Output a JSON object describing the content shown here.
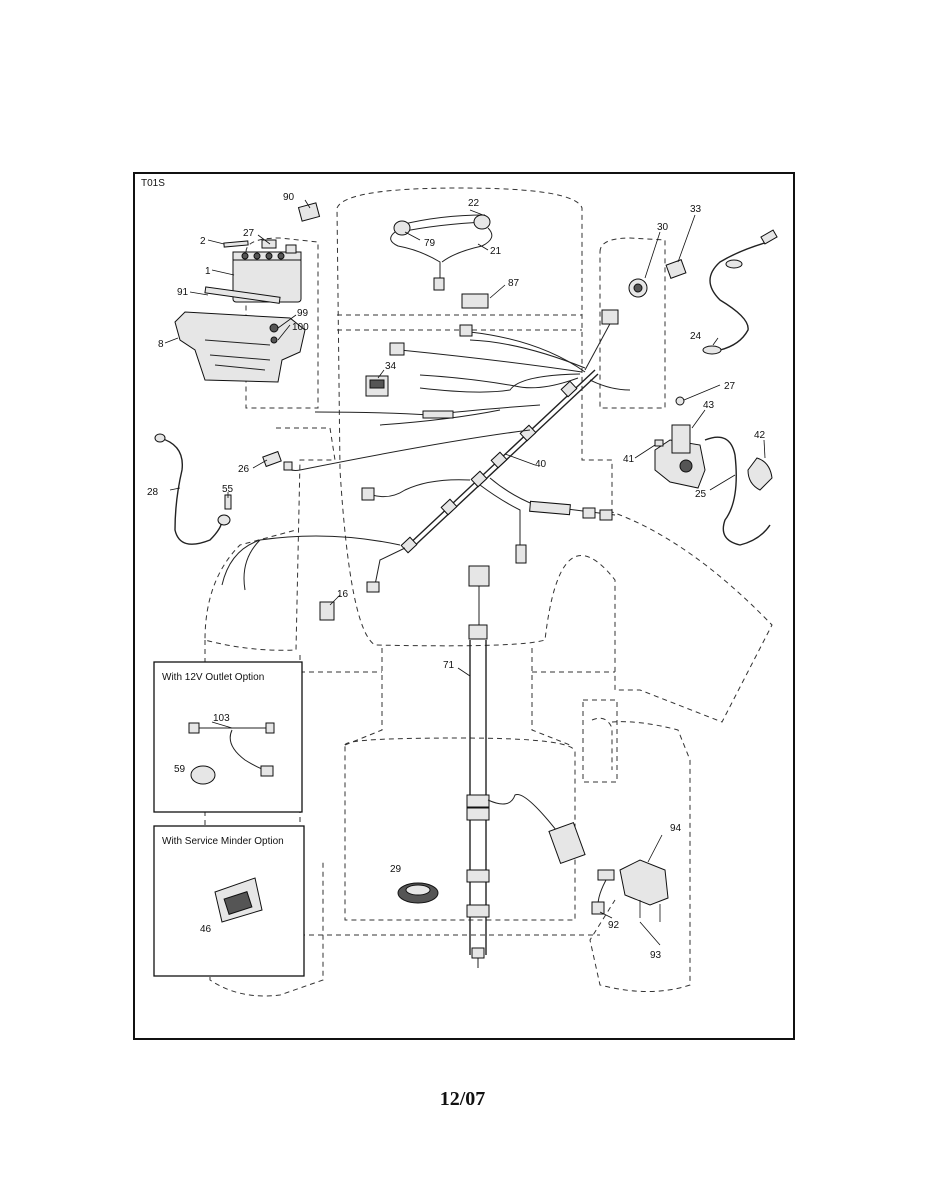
{
  "diagram": {
    "code": "T01S",
    "insets": {
      "outlet_title": "With 12V Outlet Option",
      "minder_title": "With Service Minder Option"
    },
    "callouts": {
      "c90": "90",
      "c22": "22",
      "c27a": "27",
      "c2": "2",
      "c79": "79",
      "c21": "21",
      "c1": "1",
      "c91": "91",
      "c99": "99",
      "c100": "100",
      "c8": "8",
      "c87": "87",
      "c30": "30",
      "c33": "33",
      "c24": "24",
      "c34": "34",
      "c27b": "27",
      "c43": "43",
      "c42": "42",
      "c41": "41",
      "c40": "40",
      "c26": "26",
      "c28": "28",
      "c55": "55",
      "c25": "25",
      "c16": "16",
      "c71": "71",
      "c103": "103",
      "c59": "59",
      "c46": "46",
      "c29": "29",
      "c94": "94",
      "c92": "92",
      "c93": "93"
    }
  },
  "footer": {
    "date": "12/07"
  }
}
